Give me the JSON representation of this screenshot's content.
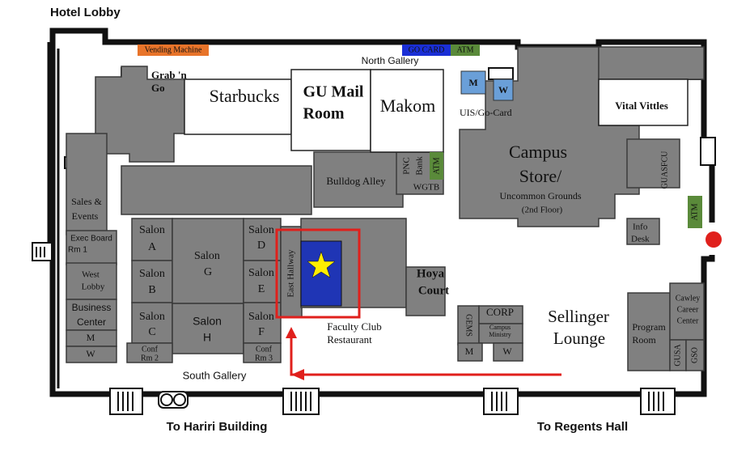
{
  "title_top": "Hotel Lobby",
  "labels": {
    "vending": "Vending Machine",
    "gocard": "GO CARD",
    "atm_top": "ATM",
    "north_gallery": "North Gallery",
    "grab_1": "Grab 'n",
    "grab_2": "Go",
    "starbucks": "Starbucks",
    "mail_1": "GU Mail",
    "mail_2": "Room",
    "makom": "Makom",
    "pnc_1": "PNC",
    "pnc_2": "Bank",
    "atm_pnc": "ATM",
    "bulldog": "Bulldog Alley",
    "wgtb": "WGTB",
    "uis": "UIS/Go-Card",
    "campus_1": "Campus",
    "campus_2": "Store/",
    "campus_3": "Uncommon Grounds",
    "campus_4": "(2nd Floor)",
    "vital": "Vital Vittles",
    "guasfcu": "GUASFCU",
    "atm_right": "ATM",
    "info_1": "Info",
    "info_2": "Desk",
    "sales_1": "Sales &",
    "sales_2": "Events",
    "exec_1": "Exec Board",
    "exec_2": "Rm 1",
    "west_1": "West",
    "west_2": "Lobby",
    "business_1": "Business",
    "business_2": "Center",
    "m": "M",
    "w": "W",
    "salon_a_1": "Salon",
    "salon_a_2": "A",
    "salon_b_1": "Salon",
    "salon_b_2": "B",
    "salon_c_1": "Salon",
    "salon_c_2": "C",
    "salon_g_1": "Salon",
    "salon_g_2": "G",
    "salon_h_1": "Salon",
    "salon_h_2": "H",
    "salon_d_1": "Salon",
    "salon_d_2": "D",
    "salon_e_1": "Salon",
    "salon_e_2": "E",
    "salon_f_1": "Salon",
    "salon_f_2": "F",
    "conf2_1": "Conf",
    "conf2_2": "Rm 2",
    "conf3_1": "Conf",
    "conf3_2": "Rm 3",
    "east_hallway": "East Hallway",
    "faculty_1": "Faculty Club",
    "faculty_2": "Restaurant",
    "hoya_1": "Hoya",
    "hoya_2": "Court",
    "gems": "GEMS",
    "corp": "CORP",
    "campus_min_1": "Campus",
    "campus_min_2": "Ministry",
    "sellinger_1": "Sellinger",
    "sellinger_2": "Lounge",
    "program_1": "Program",
    "program_2": "Room",
    "cawley_1": "Cawley",
    "cawley_2": "Career",
    "cawley_3": "Center",
    "gusa": "GUSA",
    "gso": "GSO",
    "south_gallery": "South Gallery",
    "to_hariri": "To Hariri Building",
    "to_regents": "To Regents Hall"
  },
  "colors": {
    "room_gray": "#808080",
    "restroom_blue": "#6a9fd8",
    "atm_green": "#5a8a3a",
    "vending_orange": "#e8742a",
    "gocard_blue": "#1a2fd6",
    "highlight_red": "#e0201c",
    "target_blue": "#1f35b5",
    "star_yellow": "#ffee00"
  },
  "markers": {
    "destination": "star-icon",
    "entrance": "red-dot-icon",
    "route": "red-arrow"
  }
}
